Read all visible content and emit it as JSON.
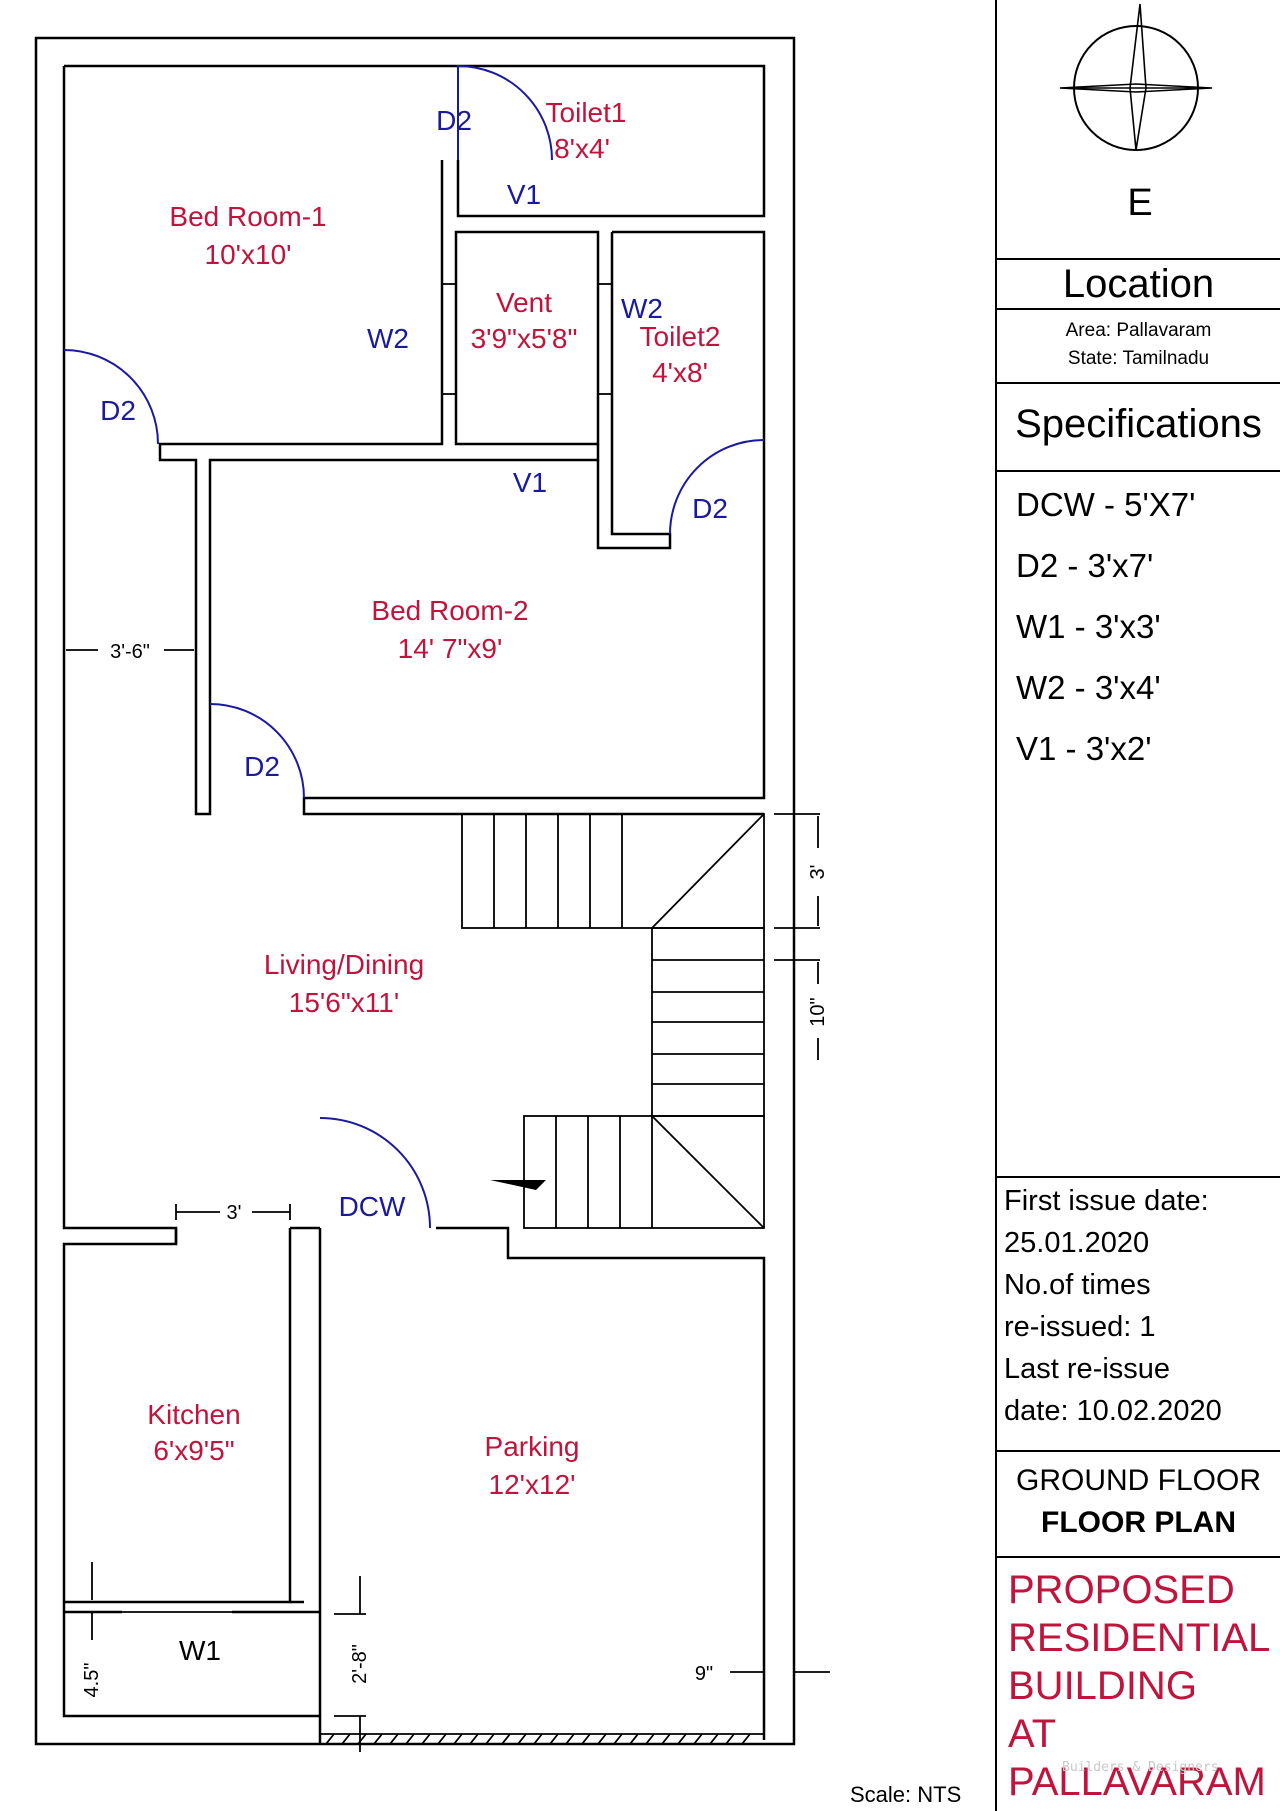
{
  "compass": {
    "label": "E"
  },
  "location": {
    "heading": "Location",
    "area": "Area: Pallavaram",
    "state": "State: Tamilnadu"
  },
  "specifications": {
    "heading": "Specifications",
    "items": [
      "DCW - 5'X7'",
      "D2 - 3'x7'",
      "W1 - 3'x3'",
      "W2 - 3'x4'",
      "V1 - 3'x2'"
    ]
  },
  "issue": {
    "lines": [
      "First issue date:",
      "25.01.2020",
      "No.of times",
      "re-issued: 1",
      "Last re-issue",
      "date: 10.02.2020"
    ]
  },
  "floor": {
    "level": "GROUND FLOOR",
    "type": "FLOOR PLAN"
  },
  "project": {
    "lines": [
      "PROPOSED",
      "RESIDENTIAL",
      "BUILDING",
      "AT",
      "PALLAVARAM"
    ]
  },
  "watermark": "Builders & Designers",
  "scale": "Scale: NTS",
  "rooms": {
    "bed1_name": "Bed Room-1",
    "bed1_size": "10'x10'",
    "toilet1_name": "Toilet1",
    "toilet1_size": "8'x4'",
    "vent_name": "Vent",
    "vent_size": "3'9\"x5'8\"",
    "toilet2_name": "Toilet2",
    "toilet2_size": "4'x8'",
    "bed2_name": "Bed Room-2",
    "bed2_size": "14' 7\"x9'",
    "living_name": "Living/Dining",
    "living_size": "15'6\"x11'",
    "kitchen_name": "Kitchen",
    "kitchen_size": "6'x9'5\"",
    "parking_name": "Parking",
    "parking_size": "12'x12'"
  },
  "tags": {
    "d2": "D2",
    "w2": "W2",
    "v1": "V1",
    "w1": "W1",
    "dcw": "DCW"
  },
  "dims": {
    "corridor": "3'-6\"",
    "kitchen_gap": "3'",
    "stair_top": "3'",
    "stair_mid": "10\"",
    "kitchen_bottom": "4.5\"",
    "parking_bottom": "2'-8\"",
    "right_wall": "9\""
  }
}
